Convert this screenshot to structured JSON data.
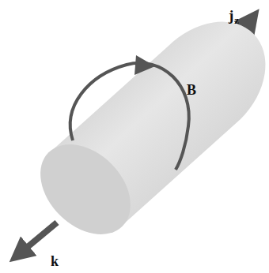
{
  "diagram": {
    "labels": [
      "j",
      "z",
      "B",
      "k"
    ]
  }
}
